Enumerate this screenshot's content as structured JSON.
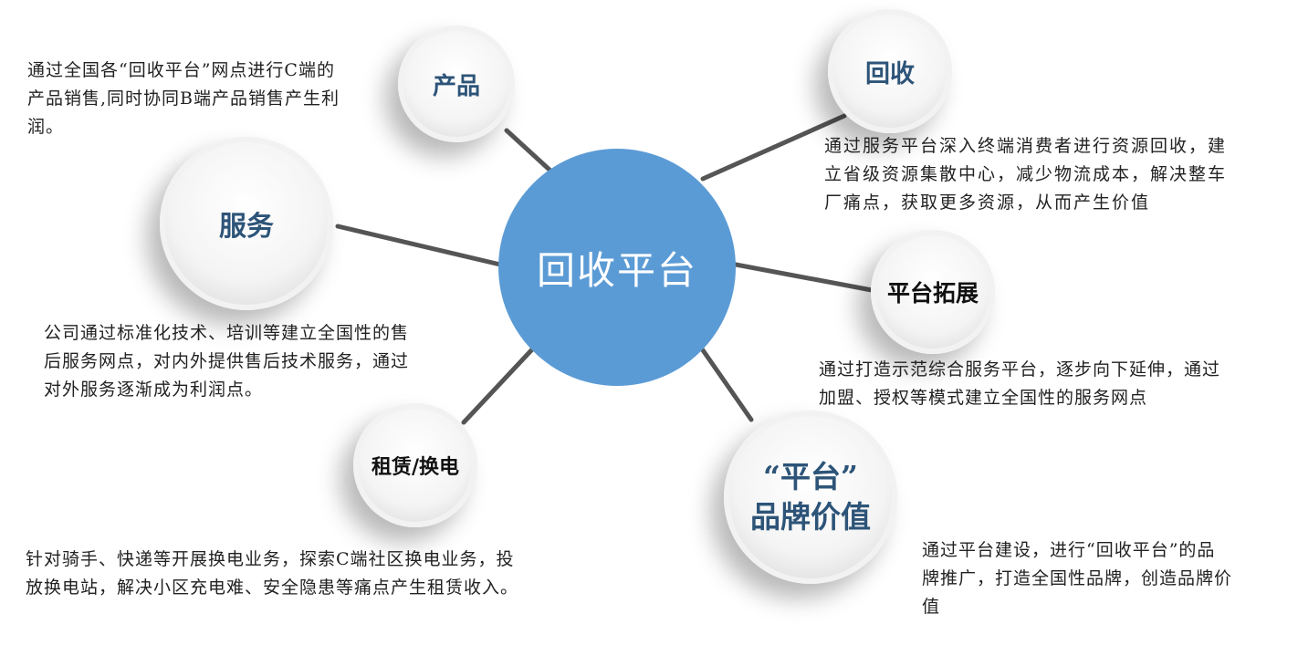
{
  "hub": {
    "label": "回收平台",
    "color": "#5b9bd5"
  },
  "nodes": {
    "product": {
      "label": "产品",
      "lines": [
        "通过全国各“回收平台”网点进行C端的",
        "产品销售,同时协同B端产品销售产生利",
        "润。"
      ]
    },
    "recycle": {
      "label": "回收",
      "lines": [
        "通过服务平台深入终端消费者进行资源回收，建",
        "立省级资源集散中心，减少物流成本，解决整车",
        "厂痛点，获取更多资源，从而产生价值"
      ]
    },
    "service": {
      "label": "服务",
      "lines": [
        "公司通过标准化技术、培训等建立全国性的售",
        "后服务网点，对内外提供售后技术服务，通过",
        "对外服务逐渐成为利润点。"
      ]
    },
    "expand": {
      "label": "平台拓展",
      "lines": [
        "通过打造示范综合服务平台，逐步向下延伸，通过",
        "加盟、授权等模式建立全国性的服务网点"
      ]
    },
    "lease": {
      "label": "租赁/换电",
      "lines": [
        "针对骑手、快递等开展换电业务，探索C端社区换电业务，投",
        "放换电站，解决小区充电难、安全隐患等痛点产生租赁收入。"
      ]
    },
    "brand": {
      "label_line1": "“平台”",
      "label_line2": "品牌价值",
      "lines": [
        "通过平台建设，进行“回收平台”的品",
        "牌推广，打造全国性品牌，创造品牌价",
        "值"
      ]
    }
  }
}
